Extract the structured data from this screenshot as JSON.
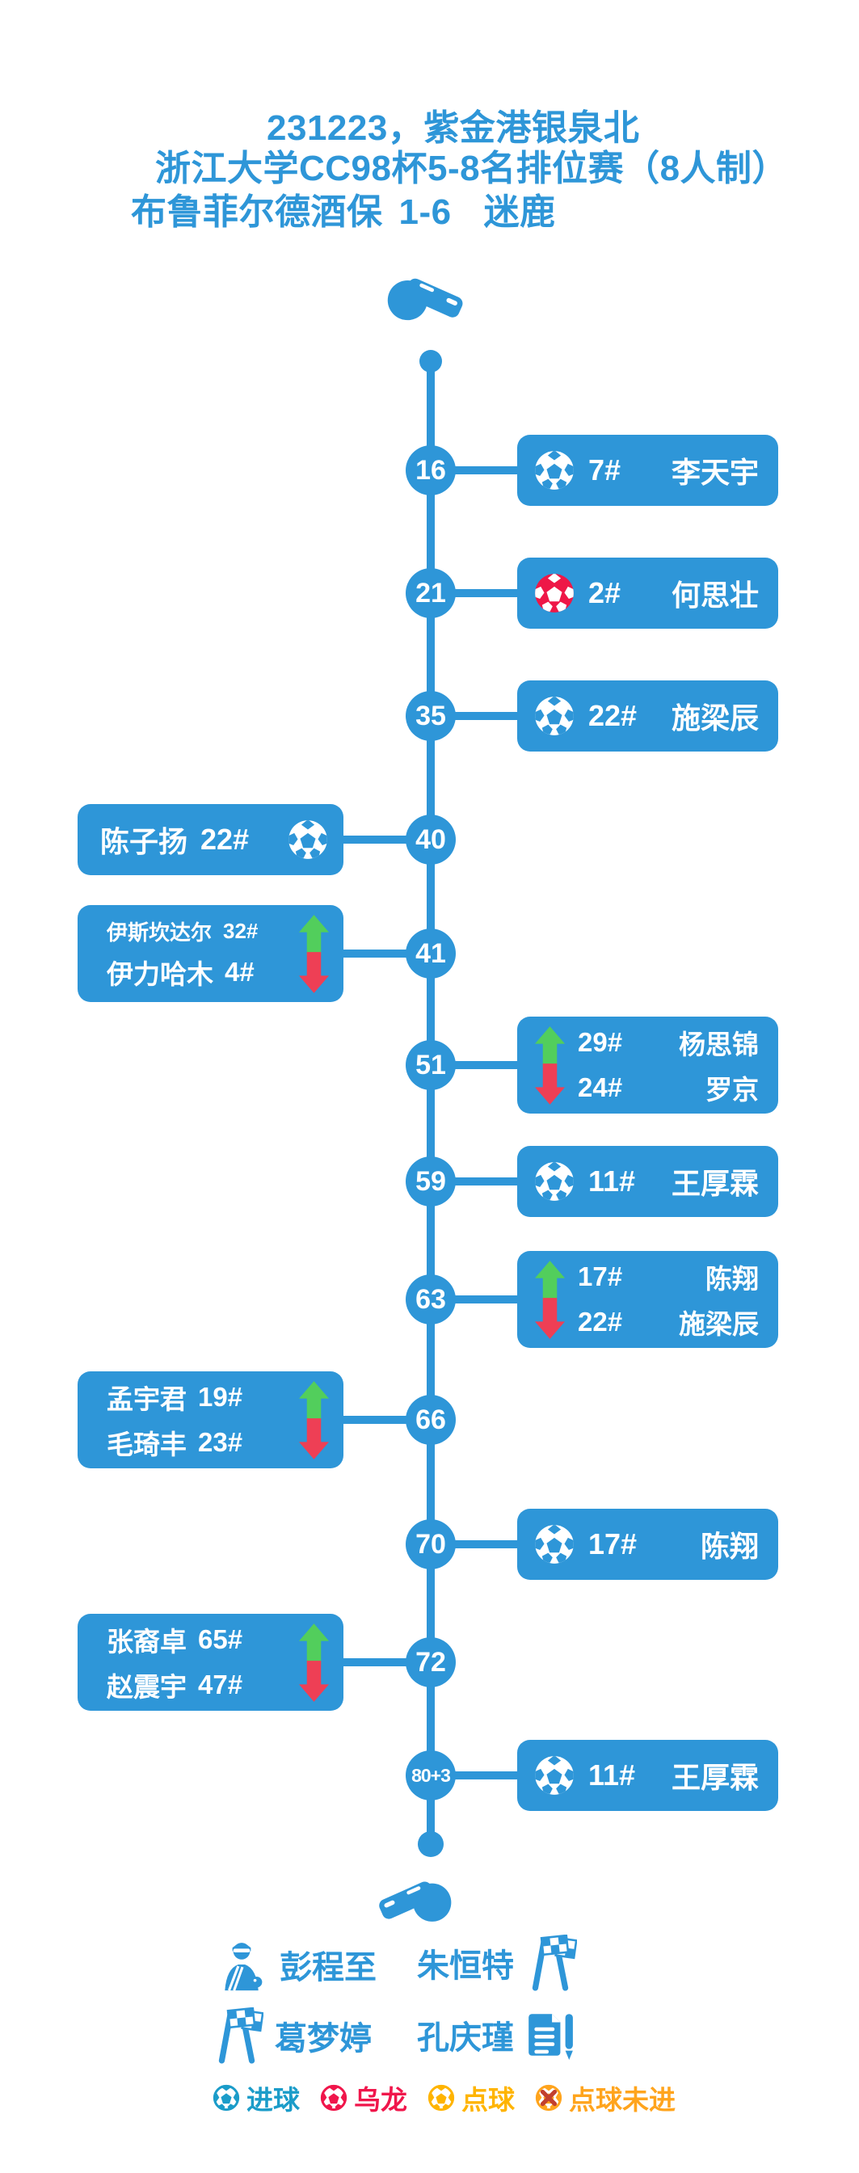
{
  "title": {
    "line1": "231223，紫金港银泉北",
    "line2": "浙江大学CC98杯5-8名排位赛（8人制）"
  },
  "match": {
    "home": "布鲁菲尔德酒保",
    "score": "1-6",
    "away": "迷鹿"
  },
  "colors": {
    "primary_blue": "#2E96D8",
    "own_goal_red": "#EE1747",
    "sub_in_green": "#52CE5C",
    "sub_out_red": "#EE3F55",
    "legend_goal_blue": "#1B9CC9",
    "legend_own_red": "#F0164B",
    "legend_penalty_yellow": "#FFB400",
    "legend_missed_orange": "#FFA41D",
    "legend_missed_x_red": "#C2402F"
  },
  "timeline": {
    "events": [
      {
        "minute": "16",
        "side": "right",
        "type": "goal",
        "number": "7#",
        "name": "李天宇"
      },
      {
        "minute": "21",
        "side": "right",
        "type": "own-goal",
        "number": "2#",
        "name": "何思壮"
      },
      {
        "minute": "35",
        "side": "right",
        "type": "goal",
        "number": "22#",
        "name": "施梁辰"
      },
      {
        "minute": "40",
        "side": "left",
        "type": "goal",
        "number": "22#",
        "name": "陈子扬"
      },
      {
        "minute": "41",
        "side": "left",
        "type": "substitution",
        "in": {
          "name": "伊斯坎达尔",
          "number": "32#"
        },
        "out": {
          "name": "伊力哈木",
          "number": "4#"
        }
      },
      {
        "minute": "51",
        "side": "right",
        "type": "substitution",
        "in": {
          "name": "杨思锦",
          "number": "29#"
        },
        "out": {
          "name": "罗京",
          "number": "24#"
        }
      },
      {
        "minute": "59",
        "side": "right",
        "type": "goal",
        "number": "11#",
        "name": "王厚霖"
      },
      {
        "minute": "63",
        "side": "right",
        "type": "substitution",
        "in": {
          "name": "陈翔",
          "number": "17#"
        },
        "out": {
          "name": "施梁辰",
          "number": "22#"
        }
      },
      {
        "minute": "66",
        "side": "left",
        "type": "substitution",
        "in": {
          "name": "孟宇君",
          "number": "19#"
        },
        "out": {
          "name": "毛琦丰",
          "number": "23#"
        }
      },
      {
        "minute": "70",
        "side": "right",
        "type": "goal",
        "number": "17#",
        "name": "陈翔"
      },
      {
        "minute": "72",
        "side": "left",
        "type": "substitution",
        "in": {
          "name": "张裔卓",
          "number": "65#"
        },
        "out": {
          "name": "赵震宇",
          "number": "47#"
        }
      },
      {
        "minute": "80+3",
        "side": "right",
        "type": "goal",
        "number": "11#",
        "name": "王厚霖"
      }
    ]
  },
  "officials": [
    {
      "role": "referee",
      "name": "彭程至"
    },
    {
      "role": "assistant-referee",
      "name": "朱恒特"
    },
    {
      "role": "assistant-referee",
      "name": "葛梦婷"
    },
    {
      "role": "match-recorder",
      "name": "孔庆瑾"
    }
  ],
  "legend": [
    {
      "key": "goal",
      "label": "进球"
    },
    {
      "key": "own-goal",
      "label": "乌龙"
    },
    {
      "key": "penalty",
      "label": "点球"
    },
    {
      "key": "penalty-missed",
      "label": "点球未进"
    }
  ]
}
